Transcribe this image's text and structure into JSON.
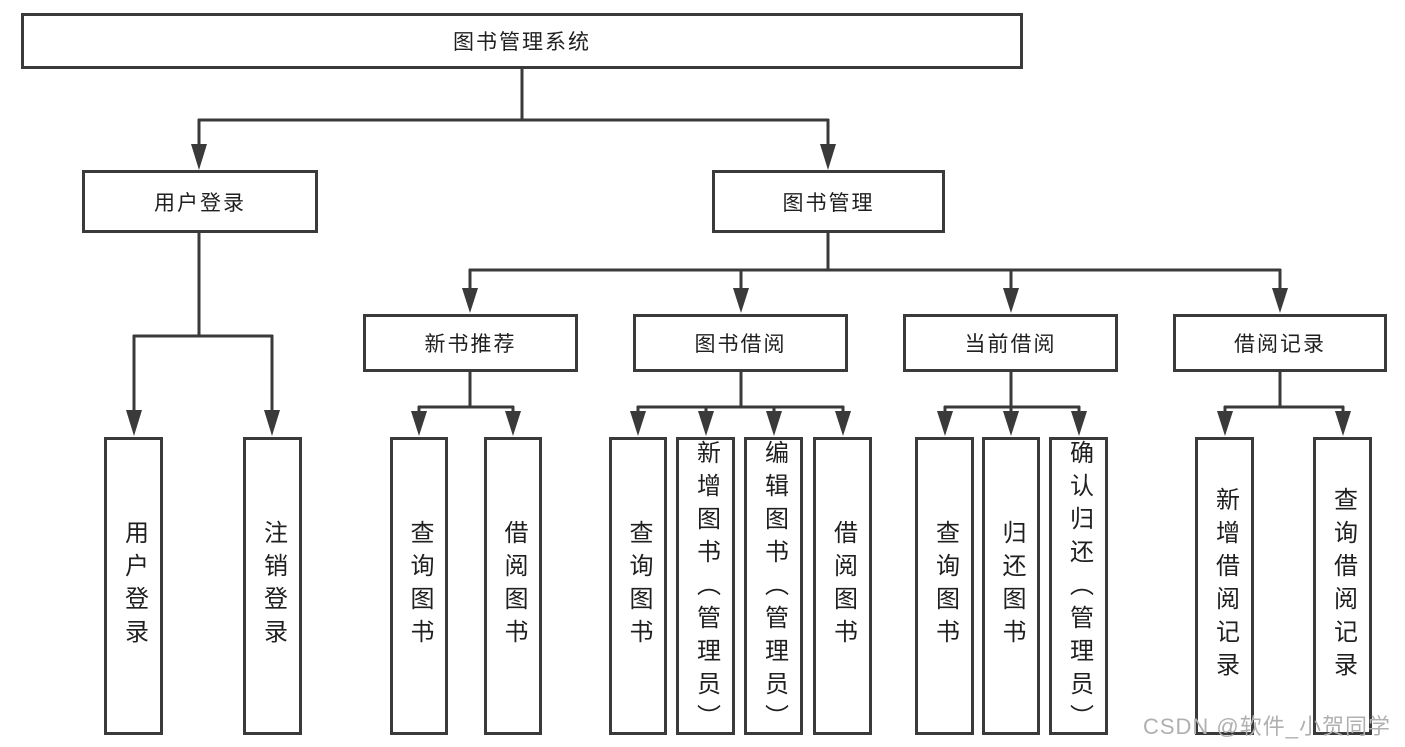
{
  "tree": {
    "label": "图书管理系统",
    "children": [
      {
        "label": "用户登录",
        "children": [
          {
            "label": "用户登录"
          },
          {
            "label": "注销登录"
          }
        ]
      },
      {
        "label": "图书管理",
        "children": [
          {
            "label": "新书推荐",
            "children": [
              {
                "label": "查询图书"
              },
              {
                "label": "借阅图书"
              }
            ]
          },
          {
            "label": "图书借阅",
            "children": [
              {
                "label": "查询图书"
              },
              {
                "label": "新增图书（管理员）"
              },
              {
                "label": "编辑图书（管理员）"
              },
              {
                "label": "借阅图书"
              }
            ]
          },
          {
            "label": "当前借阅",
            "children": [
              {
                "label": "查询图书"
              },
              {
                "label": "归还图书"
              },
              {
                "label": "确认归还（管理员）"
              }
            ]
          },
          {
            "label": "借阅记录",
            "children": [
              {
                "label": "新增借阅记录"
              },
              {
                "label": "查询借阅记录"
              }
            ]
          }
        ]
      }
    ]
  },
  "watermark": "CSDN @软件_小贺同学",
  "colors": {
    "line": "#3a3a3a",
    "text": "#1f1f1f",
    "watermark": "#b0b0b0",
    "background": "#ffffff"
  }
}
